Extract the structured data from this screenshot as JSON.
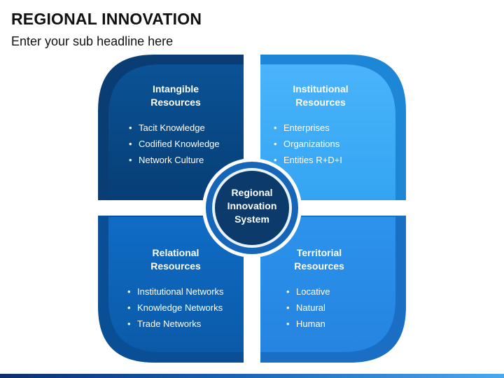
{
  "header": {
    "title": "REGIONAL INNOVATION",
    "subtitle": "Enter your sub headline here"
  },
  "center": {
    "label": "Regional\nInnovation\nSystem"
  },
  "quadrants": [
    {
      "title": "Intangible\nResources",
      "items": [
        "Tacit Knowledge",
        "Codified Knowledge",
        "Network Culture"
      ]
    },
    {
      "title": "Institutional\nResources",
      "items": [
        "Enterprises",
        "Organizations",
        "Entities R+D+I"
      ]
    },
    {
      "title": "Relational\nResources",
      "items": [
        "Institutional Networks",
        "Knowledge Networks",
        "Trade Networks"
      ]
    },
    {
      "title": "Territorial\nResources",
      "items": [
        "Locative",
        "Natural",
        "Human"
      ]
    }
  ],
  "bullet": "•",
  "colors": {
    "quad_top_left": "#0a4f8f",
    "quad_top_right": "#3aaaf5",
    "quad_bottom_left": "#0d63b8",
    "quad_bottom_right": "#2a8ee8",
    "center": "#0b3a6b",
    "frame": "#1f6fc4"
  }
}
